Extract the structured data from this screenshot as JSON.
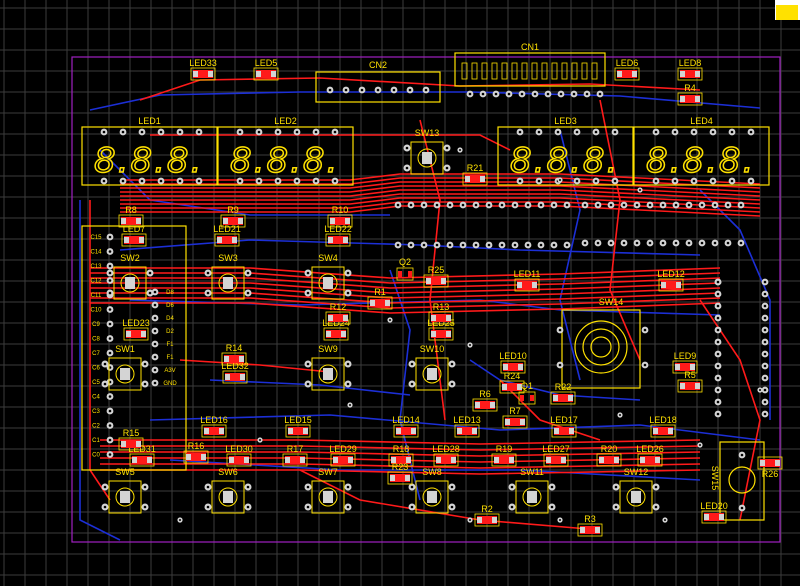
{
  "board": {
    "connectors": [
      "CN1",
      "CN2"
    ],
    "displays": [
      "LED1",
      "LED2",
      "LED3",
      "LED4"
    ],
    "display_digits": "8.8.8.",
    "leds": [
      "LED33",
      "LED5",
      "LED6",
      "LED8",
      "LED7",
      "LED21",
      "LED22",
      "LED11",
      "LED12",
      "LED23",
      "LED24",
      "LED25",
      "LED32",
      "LED10",
      "LED9",
      "LED16",
      "LED15",
      "LED14",
      "LED13",
      "LED17",
      "LED18",
      "LED31",
      "LED30",
      "LED29",
      "LED28",
      "LED27",
      "LED26",
      "LED20"
    ],
    "switches": [
      "SW13",
      "SW2",
      "SW3",
      "SW4",
      "SW14",
      "SW1",
      "SW9",
      "SW10",
      "SW5",
      "SW6",
      "SW7",
      "SW8",
      "SW11",
      "SW12",
      "SW15"
    ],
    "resistors": [
      "R4",
      "R21",
      "R8",
      "R9",
      "R10",
      "R25",
      "R1",
      "R12",
      "R13",
      "R14",
      "R24",
      "R6",
      "R22",
      "R7",
      "R5",
      "R15",
      "R16",
      "R17",
      "R18",
      "R19",
      "R20",
      "R23",
      "R2",
      "R3",
      "R26"
    ],
    "transistors": [
      "Q1",
      "Q2"
    ],
    "header_pins_left": [
      "C15",
      "C14",
      "C13",
      "C12",
      "C11",
      "C10",
      "C9",
      "C8",
      "C7",
      "C6",
      "C5",
      "C4",
      "C3",
      "C2",
      "C1",
      "C0"
    ],
    "header_pins_right": [
      "D8",
      "D6",
      "D4",
      "D2",
      "F1",
      "F1",
      "A3V",
      "GND"
    ],
    "colors": {
      "background": "#000000",
      "grid": "#3c3c3c",
      "top_copper": "#ff1a1a",
      "bottom_copper": "#1c2fd6",
      "silkscreen": "#ffe100",
      "board_outline": "#a020c0",
      "pad": "#d4d4d4"
    }
  }
}
